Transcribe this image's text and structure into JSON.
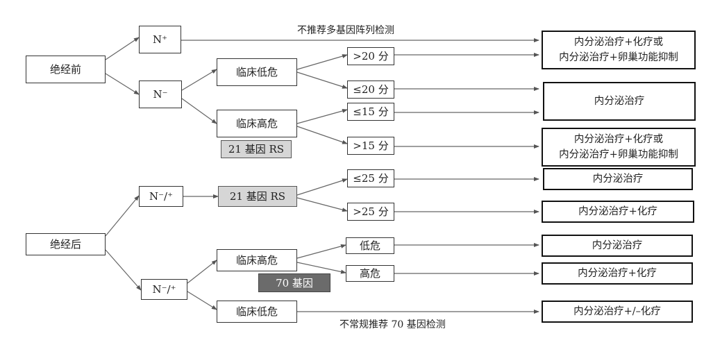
{
  "nodes": {
    "premenopausal": "绝经前",
    "postmenopausal": "绝经后",
    "pre_n_pos": "N⁺",
    "pre_n_neg": "N⁻",
    "pre_low_risk": "临床低危",
    "pre_high_risk": "临床高危",
    "pre_rs_label": "21 基因 RS",
    "pre_gt20": ">20 分",
    "pre_le20": "≤20 分",
    "pre_le15": "≤15 分",
    "pre_gt15": ">15 分",
    "post_n_upper": "N⁻/⁺",
    "post_rs": "21 基因 RS",
    "post_le25": "≤25 分",
    "post_gt25": ">25 分",
    "post_n_lower": "N⁻/⁺",
    "post_high_risk": "临床高危",
    "post_70gene": "70 基因",
    "post_low_risk": "临床低危",
    "post_low": "低危",
    "post_high": "高危"
  },
  "notes": {
    "not_recommended_multigene": "不推荐多基因阵列检测",
    "not_routine_70gene": "不常规推荐 70 基因检测"
  },
  "outcomes": {
    "pre_top_line1": "内分泌治疗+化疗或",
    "pre_top_line2": "内分泌治疗+卵巢功能抑制",
    "pre_mid": "内分泌治疗",
    "pre_bottom_line1": "内分泌治疗+化疗或",
    "pre_bottom_line2": "内分泌治疗+卵巢功能抑制",
    "post_1": "内分泌治疗",
    "post_2": "内分泌治疗+化疗",
    "post_3": "内分泌治疗",
    "post_4": "内分泌治疗+化疗",
    "post_5": "内分泌治疗+/–化疗"
  }
}
